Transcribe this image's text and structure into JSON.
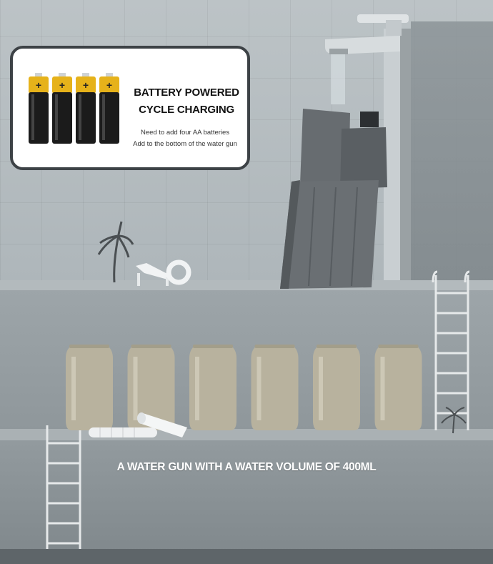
{
  "info_card": {
    "title_line1": "BATTERY POWERED",
    "title_line2": "CYCLE CHARGING",
    "note_line1": "Need to add four AA batteries",
    "note_line2": "Add to the bottom of the water gun",
    "battery_count": 4,
    "battery_icon": "aa-battery-icon",
    "battery_symbol": "+"
  },
  "headline": "A WATER GUN WITH A WATER VOLUME OF 400ML",
  "scene": {
    "can_count": 6,
    "props": [
      "faucet-icon",
      "water-gun-icon",
      "palm-tree-icon",
      "beach-chair-icon",
      "ladder-icon"
    ]
  },
  "colors": {
    "wall": "#b4bbbe",
    "card_border": "#3d4246",
    "battery_gold": "#e6b21a",
    "battery_black": "#1b1b1b",
    "can": "#b8b29e",
    "gun": "#5d6266"
  }
}
